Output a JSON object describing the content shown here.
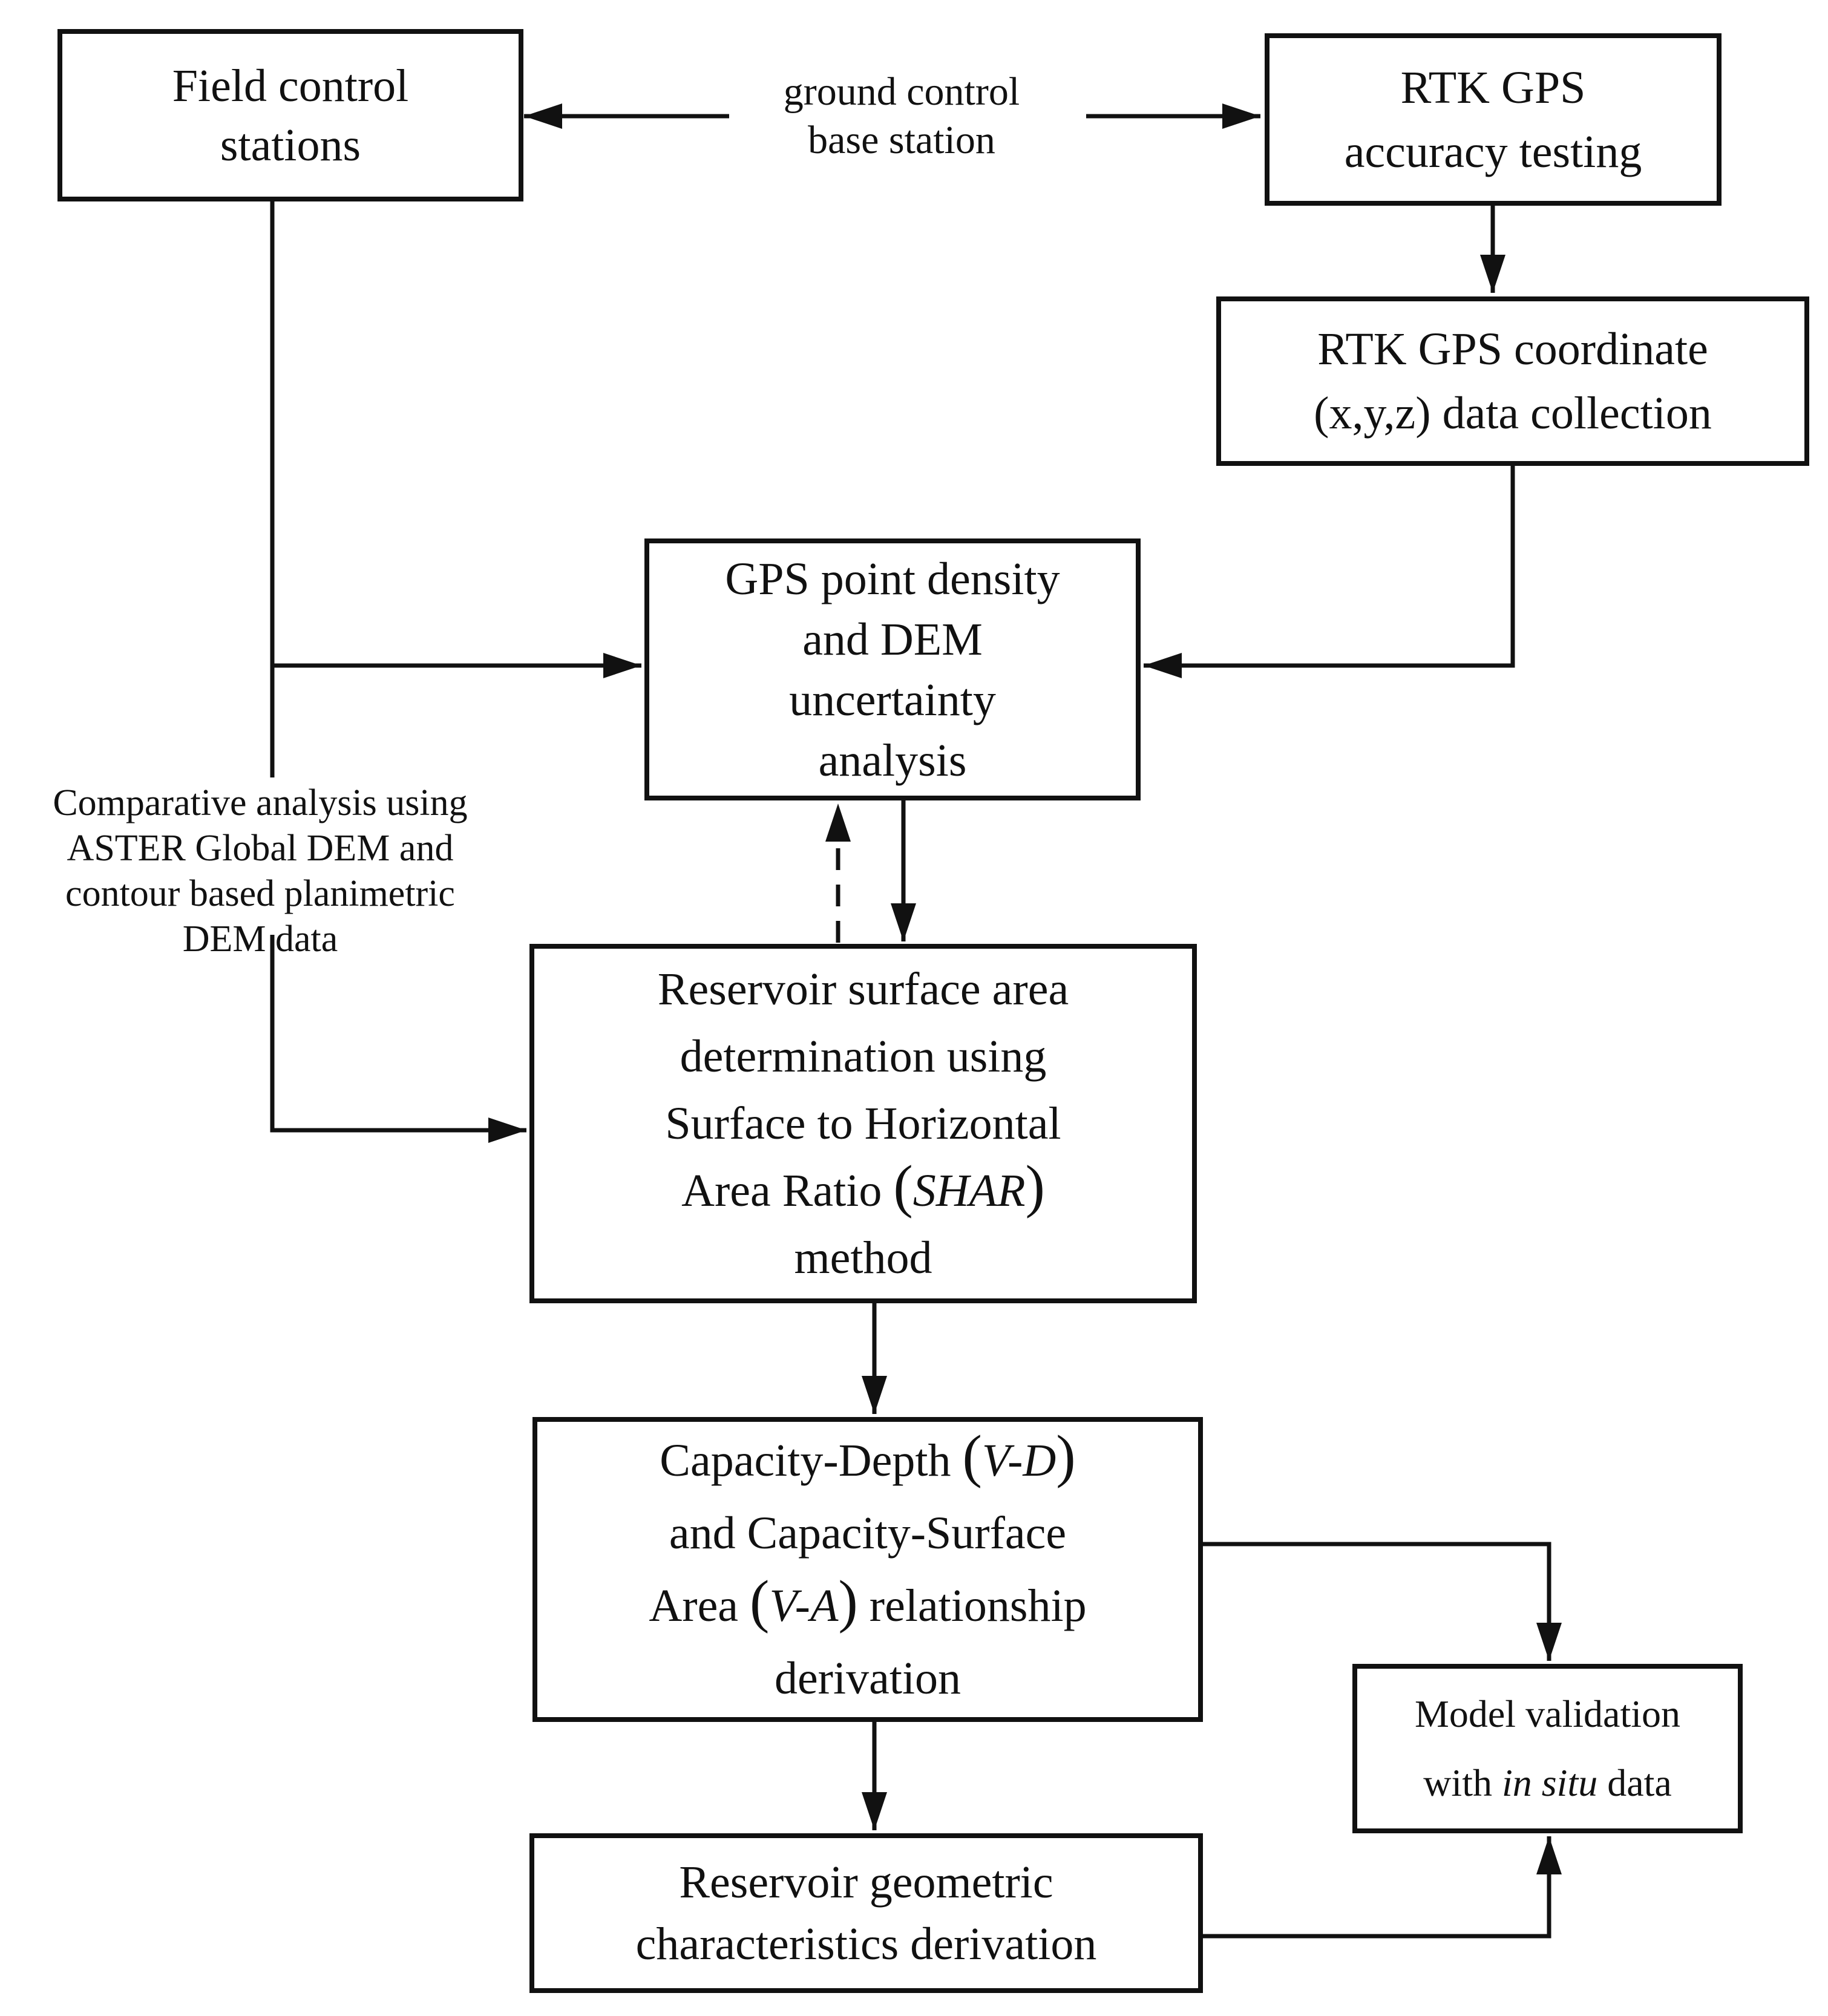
{
  "diagram": {
    "background": "#ffffff",
    "ink": "#111111",
    "nodes": {
      "field_control_stations": {
        "kind": "box",
        "lines": [
          [
            {
              "t": "Field control"
            }
          ],
          [
            {
              "t": "stations"
            }
          ]
        ]
      },
      "ground_control_base_station": {
        "kind": "label",
        "lines": [
          [
            {
              "t": "ground control"
            }
          ],
          [
            {
              "t": "base station"
            }
          ]
        ]
      },
      "rtk_gps_accuracy_testing": {
        "kind": "box",
        "lines": [
          [
            {
              "t": "RTK GPS"
            }
          ],
          [
            {
              "t": "accuracy testing"
            }
          ]
        ]
      },
      "rtk_gps_coordinate_collection": {
        "kind": "box",
        "lines": [
          [
            {
              "t": "RTK GPS coordinate"
            }
          ],
          [
            {
              "t": "(x,y,z) data collection"
            }
          ]
        ]
      },
      "gps_point_density_analysis": {
        "kind": "box",
        "lines": [
          [
            {
              "t": "GPS point density"
            }
          ],
          [
            {
              "t": "and DEM"
            }
          ],
          [
            {
              "t": "uncertainty"
            }
          ],
          [
            {
              "t": "analysis"
            }
          ]
        ]
      },
      "comparative_analysis_note": {
        "kind": "label",
        "lines": [
          [
            {
              "t": "Comparative analysis using"
            }
          ],
          [
            {
              "t": "ASTER Global DEM and"
            }
          ],
          [
            {
              "t": "contour based planimetric"
            }
          ],
          [
            {
              "t": "DEM data"
            }
          ]
        ]
      },
      "reservoir_surface_area": {
        "kind": "box",
        "lines": [
          [
            {
              "t": "Reservoir surface area"
            }
          ],
          [
            {
              "t": "determination using"
            }
          ],
          [
            {
              "t": "Surface to Horizontal"
            }
          ],
          [
            {
              "t": "Area Ratio "
            },
            {
              "t": "(",
              "b": true
            },
            {
              "t": "SHAR",
              "i": true
            },
            {
              "t": ")",
              "b": true
            }
          ],
          [
            {
              "t": "method"
            }
          ]
        ]
      },
      "capacity_relationship": {
        "kind": "box",
        "lines": [
          [
            {
              "t": "Capacity-Depth "
            },
            {
              "t": "(",
              "b": true
            },
            {
              "t": "V-D",
              "i": true
            },
            {
              "t": ")",
              "b": true
            }
          ],
          [
            {
              "t": "and Capacity-Surface"
            }
          ],
          [
            {
              "t": "Area "
            },
            {
              "t": "(",
              "b": true
            },
            {
              "t": "V-A",
              "i": true
            },
            {
              "t": ")",
              "b": true
            },
            {
              "t": " relationship"
            }
          ],
          [
            {
              "t": "derivation"
            }
          ]
        ]
      },
      "model_validation": {
        "kind": "box",
        "lines": [
          [
            {
              "t": "Model validation"
            }
          ],
          [
            {
              "t": "with "
            },
            {
              "t": "in situ",
              "i": true
            },
            {
              "t": " data"
            }
          ]
        ]
      },
      "reservoir_geometric": {
        "kind": "box",
        "lines": [
          [
            {
              "t": "Reservoir geometric"
            }
          ],
          [
            {
              "t": "characteristics derivation"
            }
          ]
        ]
      }
    },
    "edges": [
      {
        "name": "ground-control-to-field-stations",
        "from": "ground_control_base_station",
        "to": "field_control_stations",
        "style": "solid"
      },
      {
        "name": "ground-control-to-rtk-accuracy",
        "from": "ground_control_base_station",
        "to": "rtk_gps_accuracy_testing",
        "style": "solid"
      },
      {
        "name": "rtk-accuracy-to-rtk-coordinate",
        "from": "rtk_gps_accuracy_testing",
        "to": "rtk_gps_coordinate_collection",
        "style": "solid"
      },
      {
        "name": "rtk-coordinate-to-gps-density",
        "from": "rtk_gps_coordinate_collection",
        "to": "gps_point_density_analysis",
        "style": "solid"
      },
      {
        "name": "field-stations-to-gps-density",
        "from": "field_control_stations",
        "to": "gps_point_density_analysis",
        "style": "solid"
      },
      {
        "name": "field-stations-to-reservoir-surface",
        "from": "field_control_stations",
        "to": "reservoir_surface_area",
        "style": "solid"
      },
      {
        "name": "gps-density-to-reservoir-surface",
        "from": "gps_point_density_analysis",
        "to": "reservoir_surface_area",
        "style": "solid"
      },
      {
        "name": "reservoir-surface-to-gps-density",
        "from": "reservoir_surface_area",
        "to": "gps_point_density_analysis",
        "style": "dashed"
      },
      {
        "name": "reservoir-surface-to-capacity",
        "from": "reservoir_surface_area",
        "to": "capacity_relationship",
        "style": "solid"
      },
      {
        "name": "capacity-to-model-validation",
        "from": "capacity_relationship",
        "to": "model_validation",
        "style": "solid"
      },
      {
        "name": "capacity-to-reservoir-geometric",
        "from": "capacity_relationship",
        "to": "reservoir_geometric",
        "style": "solid"
      },
      {
        "name": "reservoir-geometric-to-model-validation",
        "from": "reservoir_geometric",
        "to": "model_validation",
        "style": "solid"
      }
    ]
  }
}
